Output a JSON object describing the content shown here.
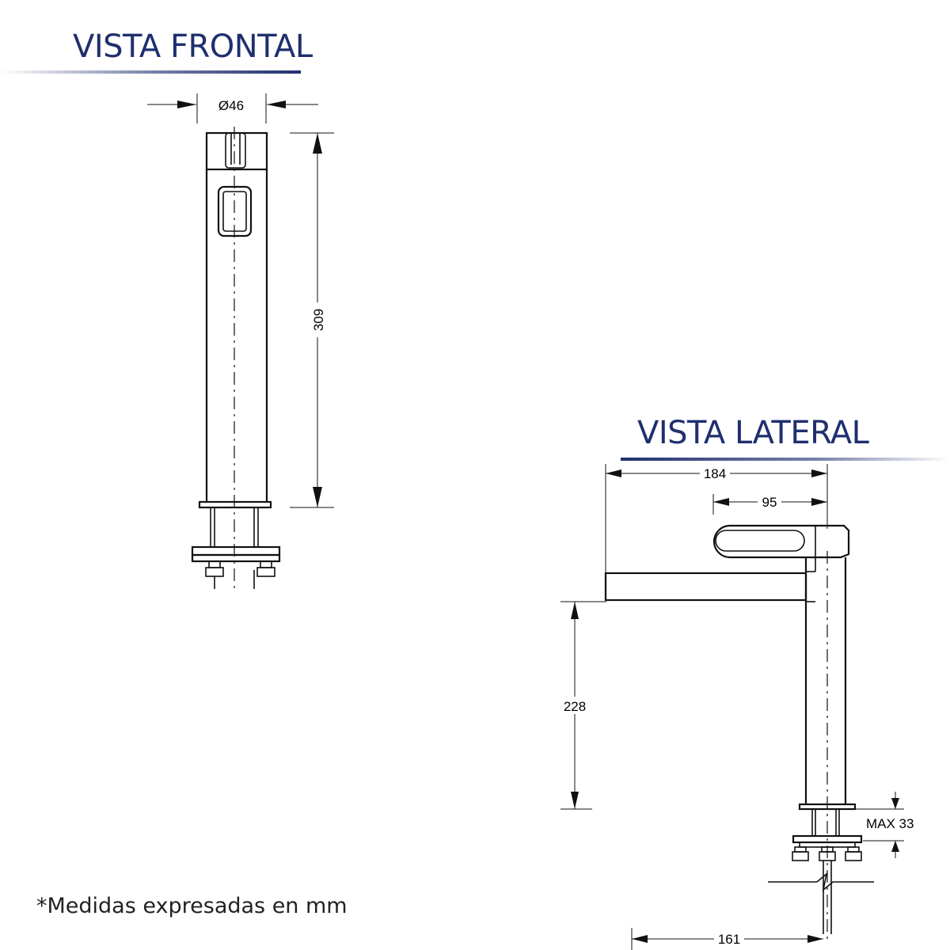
{
  "front_view": {
    "title": "VISTA FRONTAL",
    "diameter_label": "Ø46",
    "height_label": "309"
  },
  "side_view": {
    "title": "VISTA LATERAL",
    "total_length_label": "184",
    "handle_length_label": "95",
    "spout_height_label": "228",
    "max_thickness_label": "MAX 33",
    "reach_label": "161"
  },
  "footnote": "*Medidas expresadas en mm",
  "colors": {
    "title": "#1f2f6e",
    "rule": "#1f2f6e"
  }
}
